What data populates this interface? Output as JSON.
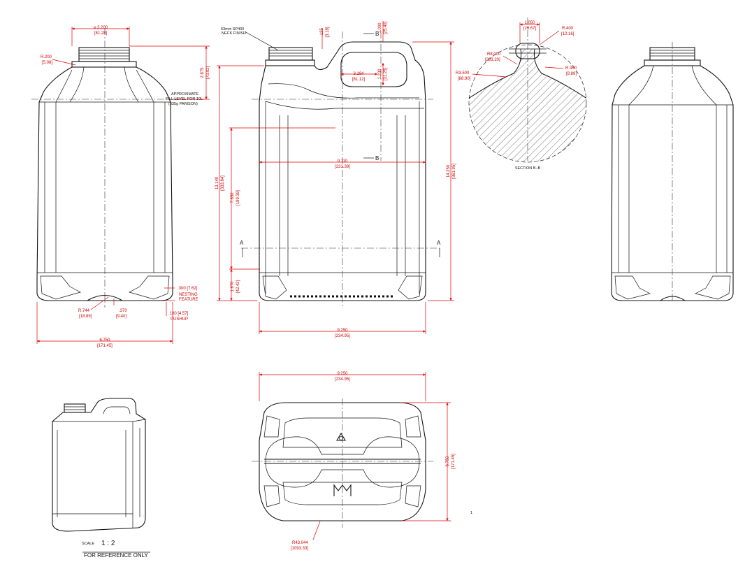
{
  "colors": {
    "dimension": "#e00000",
    "outline": "#111111",
    "background": "#ffffff"
  },
  "front_view": {
    "neck_dia": [
      "⌀ 3.200",
      "[81.28]"
    ],
    "neck_radius": [
      "R.200",
      "[5.08]"
    ],
    "neck_height": [
      "2.875",
      "[73.02]"
    ],
    "fill_note": [
      "APPROXIMATE",
      "FILL LEVEL FOR 10L",
      "(335g PARISON)"
    ],
    "nesting": [
      "NESTING",
      "FEATURE"
    ],
    "nesting_dim": ".300 [7.62]",
    "pushup": ".180 [4.57]",
    "pushup_label": "PUSHUP",
    "base_radius": [
      "R.744",
      "[18.89]"
    ],
    "base_depth": [
      ".370",
      "[9.40]"
    ],
    "width": [
      "6.750",
      "[171.45]"
    ]
  },
  "side_view": {
    "neck_finish": [
      "63mm SP400",
      "NECK FINISH"
    ],
    "neck_offset": [
      ".125",
      "[3.18]"
    ],
    "handle_top": [
      "1.000",
      "[25.40]"
    ],
    "handle_width": [
      "3.194",
      "[81.12]"
    ],
    "handle_height": [
      "1.230",
      "[31.25]"
    ],
    "body_width": [
      "9.110",
      "[231.39]"
    ],
    "overall_height": [
      "14.250",
      "[361.95]"
    ],
    "shoulder_height": [
      "13.140",
      "[333.84]"
    ],
    "panel_height": [
      "7.850",
      "[199.39]"
    ],
    "base_height": [
      "1.670",
      "[42.42]"
    ],
    "base_width": [
      "9.250",
      "[234.95]"
    ],
    "section_marks": [
      "B",
      "B",
      "A",
      "A"
    ]
  },
  "section_bb": {
    "r_top_small": [
      "1.050",
      "[26.67]"
    ],
    "r_top": [
      "R.400",
      "[10.16]"
    ],
    "r_large": [
      "R8.000",
      "[203.20]"
    ],
    "r_mid": [
      "R3.500",
      "[88.90]"
    ],
    "r_right": [
      "R.350",
      "[8.89]"
    ],
    "caption": "SECTION B–B"
  },
  "top_view": {
    "width": [
      "9.250",
      "[234.95]"
    ],
    "depth": [
      "6.750",
      "[171.45]"
    ],
    "radius": [
      "R43.044",
      "[1093.33]"
    ],
    "center_mark": "1"
  },
  "iso": {
    "scale_label": "SCALE",
    "scale_value": "1 : 2",
    "reference": "FOR REFERENCE ONLY"
  }
}
